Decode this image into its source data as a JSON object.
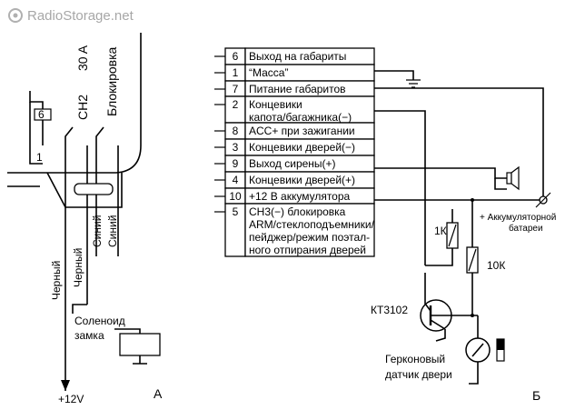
{
  "watermark": "RadioStorage.net",
  "left_panel": {
    "pin6": "6",
    "pin1": "1",
    "ch2": "CH2",
    "amp": "30 A",
    "block": "Блокировка",
    "black1": "Черный",
    "black2": "Черный",
    "blue1": "Синий",
    "blue2": "Синий",
    "solenoid_line1": "Соленоид",
    "solenoid_line2": "замка",
    "v12": "+12V",
    "panel_label": "А"
  },
  "table": {
    "rows": [
      {
        "pin": "6",
        "text": [
          "Выход на габариты"
        ]
      },
      {
        "pin": "1",
        "text": [
          "“Масса”"
        ]
      },
      {
        "pin": "7",
        "text": [
          "Питание габаритов"
        ]
      },
      {
        "pin": "2",
        "text": [
          "Концевики",
          "капота/багажника(−)"
        ]
      },
      {
        "pin": "8",
        "text": [
          "ACC+ при зажигании"
        ]
      },
      {
        "pin": "3",
        "text": [
          "Концевики дверей(−)"
        ]
      },
      {
        "pin": "9",
        "text": [
          "Выход сирены(+)"
        ]
      },
      {
        "pin": "4",
        "text": [
          "Концевики дверей(+)"
        ]
      },
      {
        "pin": "10",
        "text": [
          "+12 В аккумулятора"
        ]
      },
      {
        "pin": "5",
        "text": [
          "CH3(−) блокировка",
          "ARM/стеклоподъемники/",
          "пейджер/режим поэтал-",
          "ного отпирания дверей"
        ]
      }
    ]
  },
  "right_panel": {
    "r1": "1К",
    "r2": "10К",
    "battery_line1": "+ Аккумуляторной",
    "battery_line2": "батареи",
    "transistor": "КТ3102",
    "reed_line1": "Герконовый",
    "reed_line2": "датчик двери",
    "panel_label": "Б"
  }
}
